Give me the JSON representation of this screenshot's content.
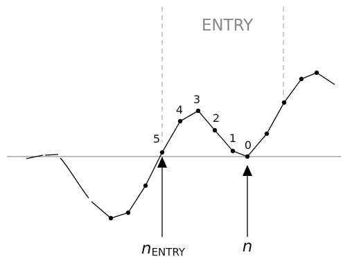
{
  "region_label": "ENTRY",
  "sample_numbers": [
    "5",
    "4",
    "3",
    "2",
    "1",
    "0"
  ],
  "arrows": {
    "entry_label_main": "n",
    "entry_label_sub": "ENTRY",
    "current_label": "n"
  },
  "colors": {
    "signal": "#000000",
    "axis": "#777777",
    "dashed": "#999999",
    "region_text": "#888888"
  }
}
